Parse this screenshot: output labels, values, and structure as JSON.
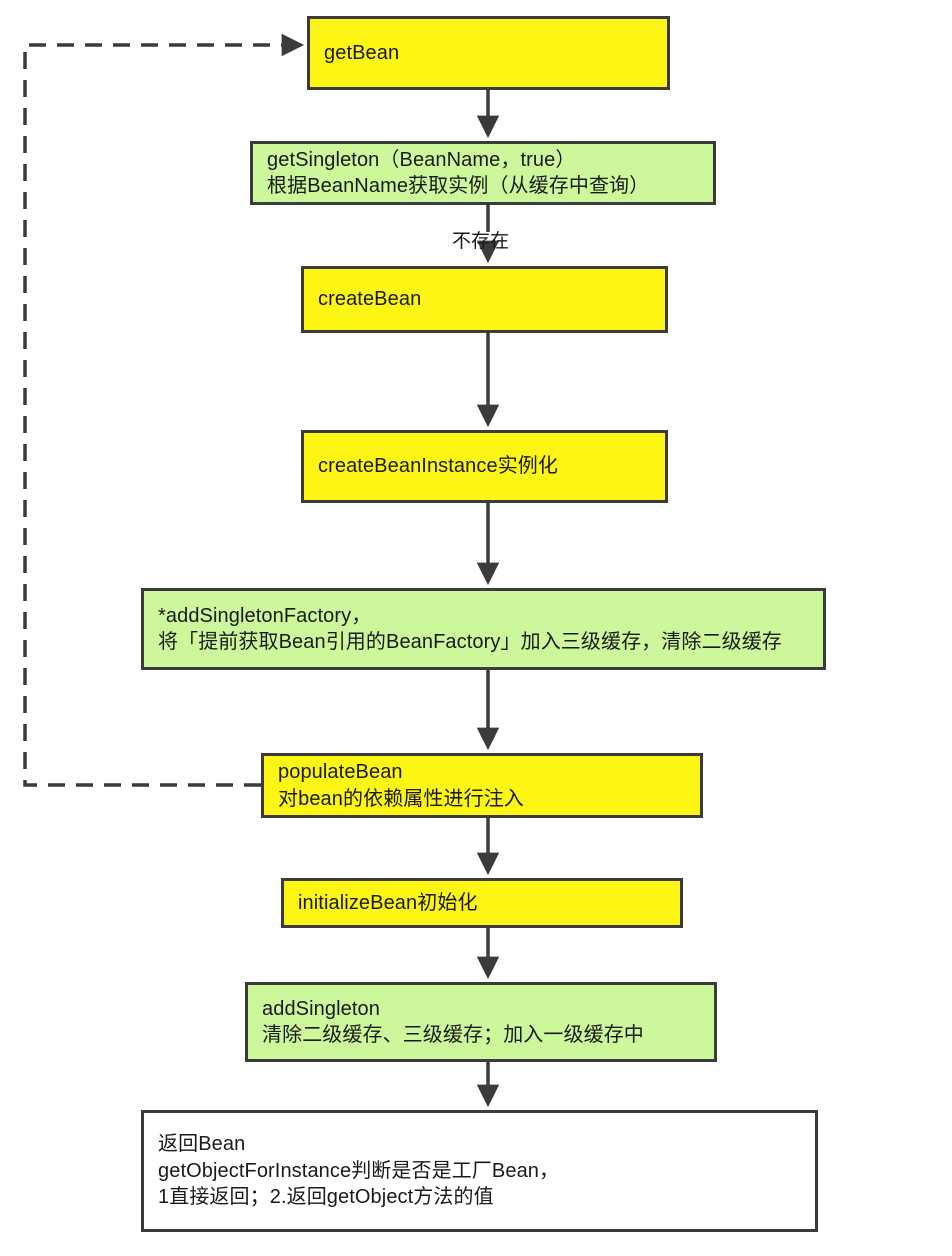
{
  "diagram": {
    "title": "Spring Bean getBean flow",
    "colors": {
      "yellow": "#fdf615",
      "green": "#ccf79b",
      "white": "#ffffff",
      "stroke": "#3b3b3b"
    },
    "nodes": [
      {
        "id": "getBean",
        "fill": "yellow",
        "lines": [
          "getBean"
        ]
      },
      {
        "id": "getSingleton",
        "fill": "green",
        "lines": [
          "getSingleton（BeanName，true）",
          "根据BeanName获取实例（从缓存中查询）"
        ]
      },
      {
        "id": "createBean",
        "fill": "yellow",
        "lines": [
          "createBean"
        ]
      },
      {
        "id": "createBeanInstance",
        "fill": "yellow",
        "lines": [
          "createBeanInstance实例化"
        ]
      },
      {
        "id": "addSingletonFactory",
        "fill": "green",
        "lines": [
          "*addSingletonFactory，",
          "将「提前获取Bean引用的BeanFactory」加入三级缓存，清除二级缓存"
        ]
      },
      {
        "id": "populateBean",
        "fill": "yellow",
        "lines": [
          "populateBean",
          "对bean的依赖属性进行注入"
        ]
      },
      {
        "id": "initializeBean",
        "fill": "yellow",
        "lines": [
          "initializeBean初始化"
        ]
      },
      {
        "id": "addSingleton",
        "fill": "green",
        "lines": [
          "addSingleton",
          "清除二级缓存、三级缓存；加入一级缓存中"
        ]
      },
      {
        "id": "returnBean",
        "fill": "white",
        "lines": [
          "返回Bean",
          "getObjectForInstance判断是否是工厂Bean，",
          "1直接返回；2.返回getObject方法的值"
        ]
      }
    ],
    "edge_labels": [
      {
        "id": "not-exists",
        "text": "不存在"
      }
    ]
  }
}
